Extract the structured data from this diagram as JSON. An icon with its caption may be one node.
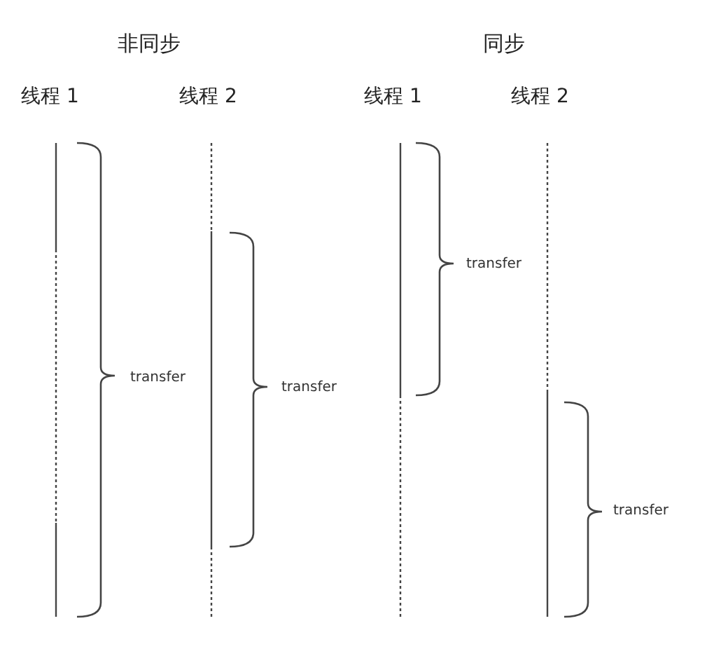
{
  "diagram": {
    "labels": [
      "非同步",
      "同步",
      "线程 1",
      "线程 2",
      "线程 1",
      "线程 2",
      "transfer",
      "transfer",
      "transfer",
      "transfer"
    ]
  }
}
